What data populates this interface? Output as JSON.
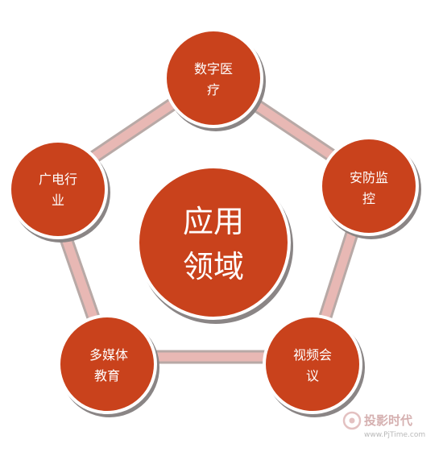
{
  "center": {
    "line1": "应用",
    "line2": "领域"
  },
  "nodes": [
    {
      "id": "medical",
      "line1": "数字医",
      "line2": "疗"
    },
    {
      "id": "security",
      "line1": "安防监",
      "line2": "控"
    },
    {
      "id": "conference",
      "line1": "视频会",
      "line2": "议"
    },
    {
      "id": "education",
      "line1": "多媒体",
      "line2": "教育"
    },
    {
      "id": "broadcast",
      "line1": "广电行",
      "line2": "业"
    }
  ],
  "watermark": {
    "brand": "投影时代",
    "url": "www.PjTime.com"
  },
  "colors": {
    "node_fill": "#c9421c",
    "ring": "#e8b8b4",
    "ring_edge": "#b8a9a6"
  }
}
